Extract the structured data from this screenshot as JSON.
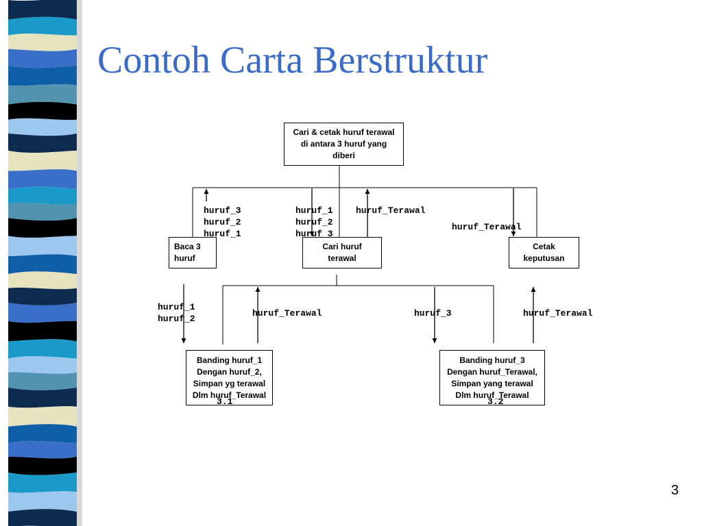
{
  "slide": {
    "title": "Contoh Carta Berstruktur",
    "page_number": "3",
    "colors": {
      "title": "#3A6BC8",
      "strip": [
        "#0D2A4F",
        "#3A6FC9",
        "#E6E4BE",
        "#5293B0",
        "#1A9AC9",
        "#000000",
        "#9CC8F0",
        "#0F5FA8"
      ]
    }
  },
  "chart": {
    "root": "Cari & cetak huruf terawal\ndi antara 3 huruf yang\ndiberi",
    "box_1": "Baca 3\nhuruf",
    "box_2": "Cari huruf\nterawal",
    "box_3": "Cetak\nkeputusan",
    "box_2_1": "Banding huruf_1\nDengan huruf_2,\nSimpan yg terawal\nDlm huruf_Terawal",
    "box_2_2": "Banding huruf_3\nDengan huruf_Terawal,\nSimpan yang terawal\nDlm huruf_Terawal",
    "num_2_1": "3.1",
    "num_2_2": "3.2"
  },
  "flows": {
    "baca_out": "huruf_3\nhuruf_2\nhuruf_1",
    "cari_in": "huruf_1\nhuruf_2\nhuruf_3",
    "cari_out": "huruf_Terawal",
    "cetak_in": "huruf_Terawal",
    "banding1_in": "huruf_1\nhuruf_2",
    "banding1_out": "huruf_Terawal",
    "banding2_in_a": "huruf_3",
    "banding2_in_b": "huruf_Terawal"
  }
}
